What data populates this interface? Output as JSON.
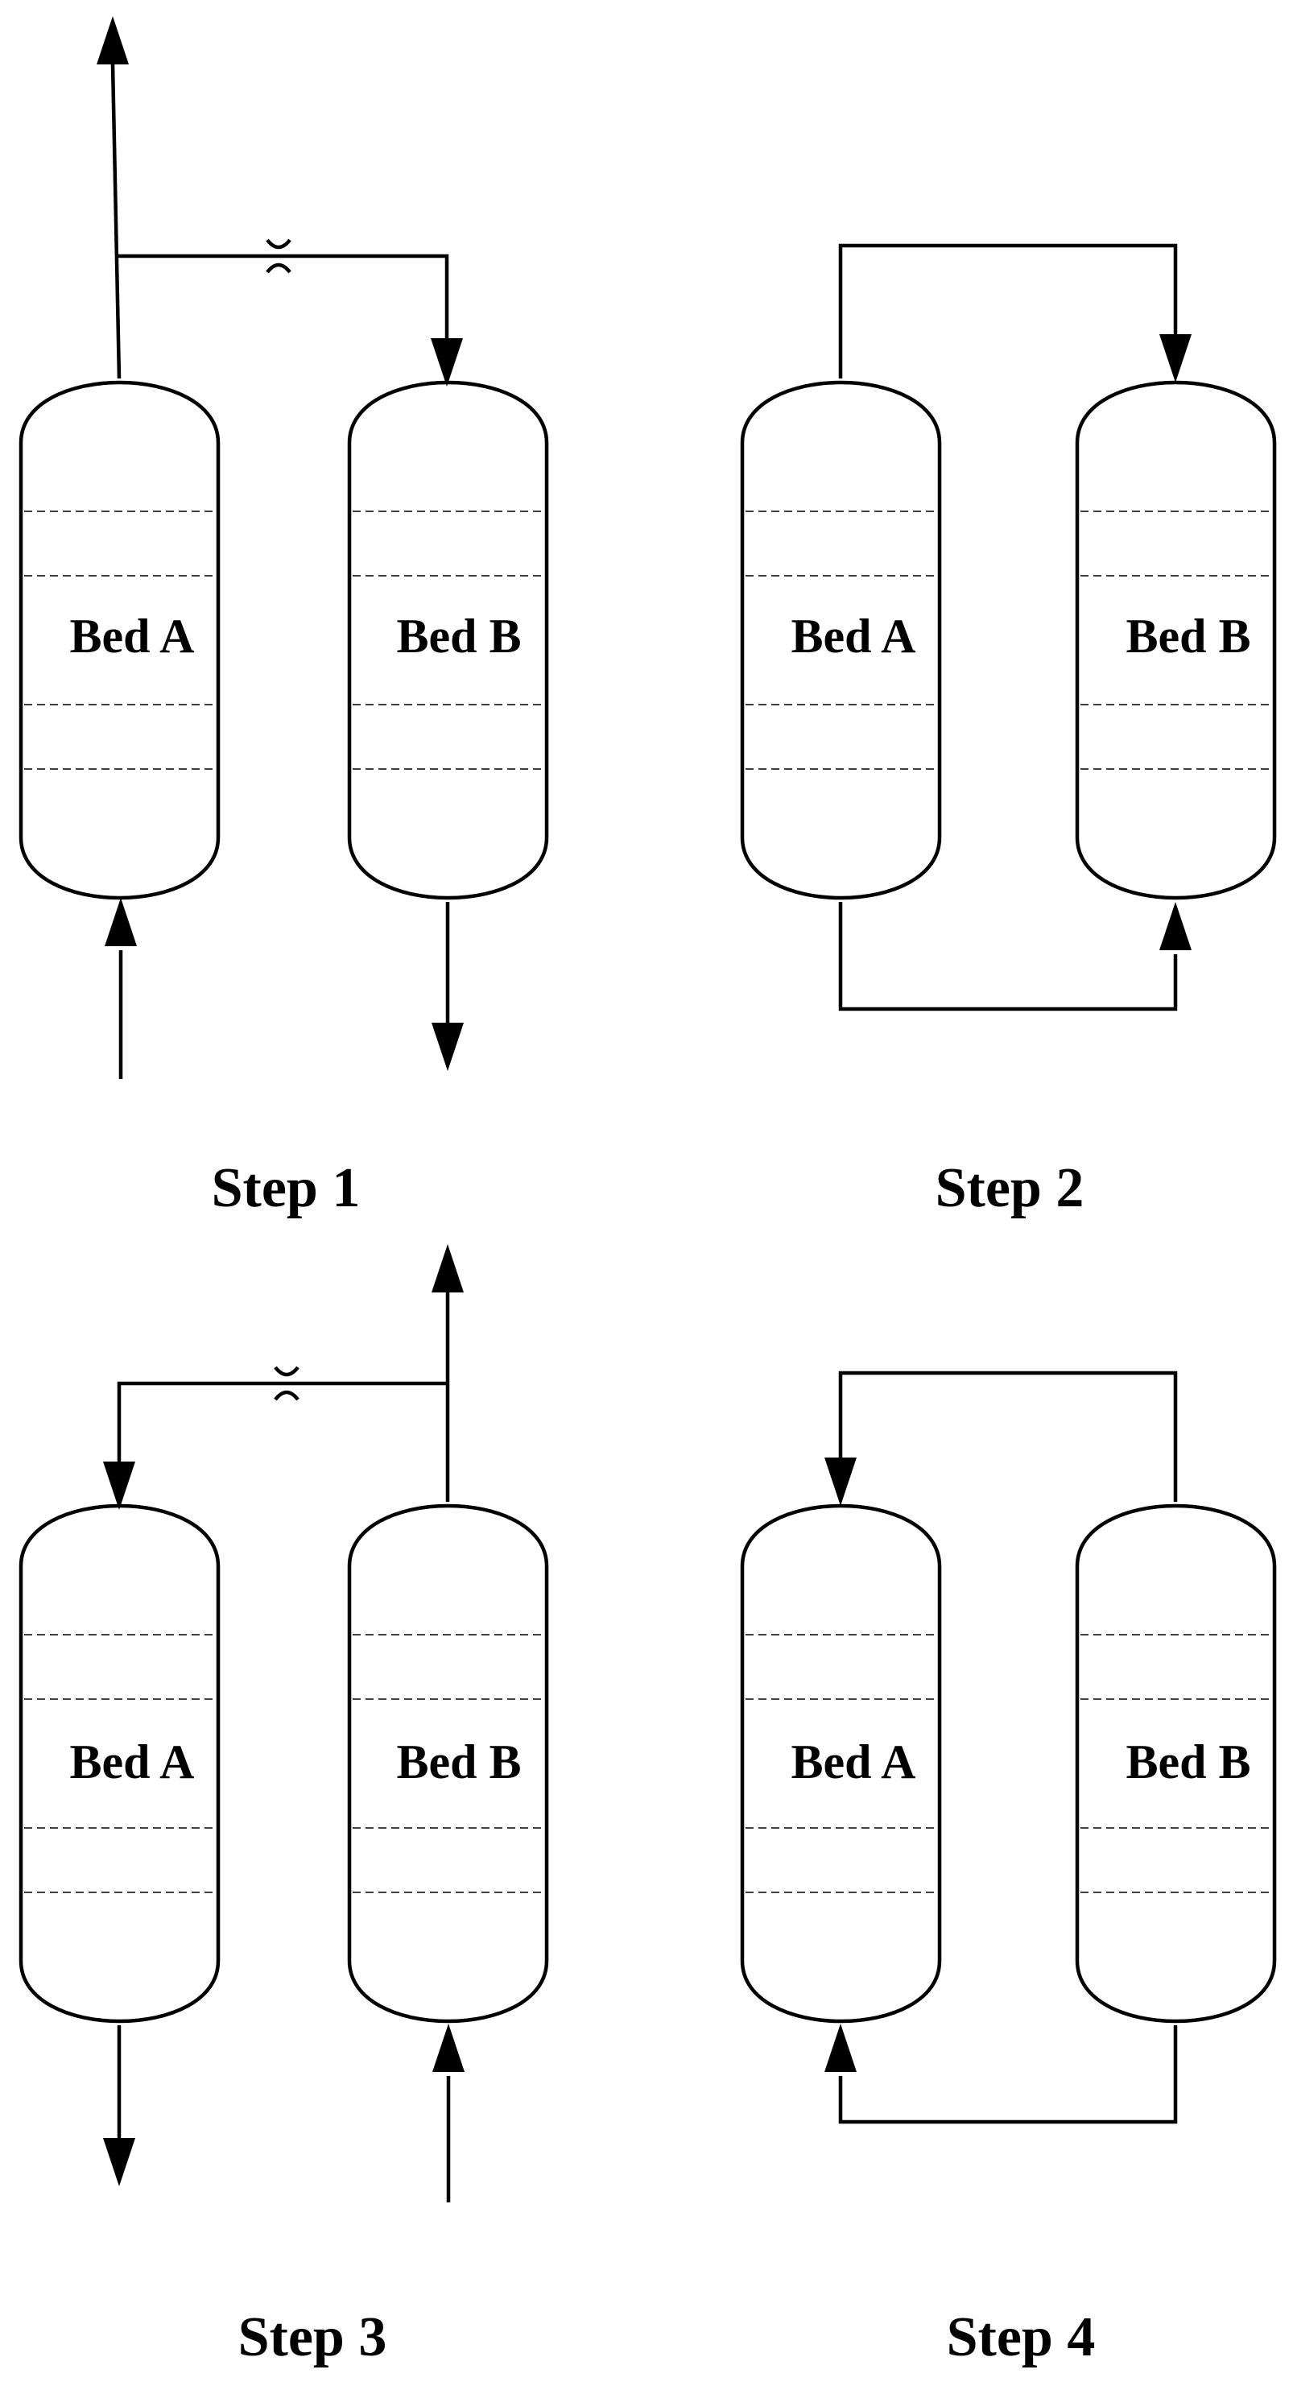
{
  "panels": [
    {
      "step_label": "Step 1",
      "bed_a_label": "Bed A",
      "bed_b_label": "Bed B"
    },
    {
      "step_label": "Step 2",
      "bed_a_label": "Bed A",
      "bed_b_label": "Bed B"
    },
    {
      "step_label": "Step 3",
      "bed_a_label": "Bed A",
      "bed_b_label": "Bed B"
    },
    {
      "step_label": "Step 4",
      "bed_a_label": "Bed A",
      "bed_b_label": "Bed B"
    }
  ],
  "colors": {
    "line": "#000000",
    "background": "#ffffff"
  }
}
